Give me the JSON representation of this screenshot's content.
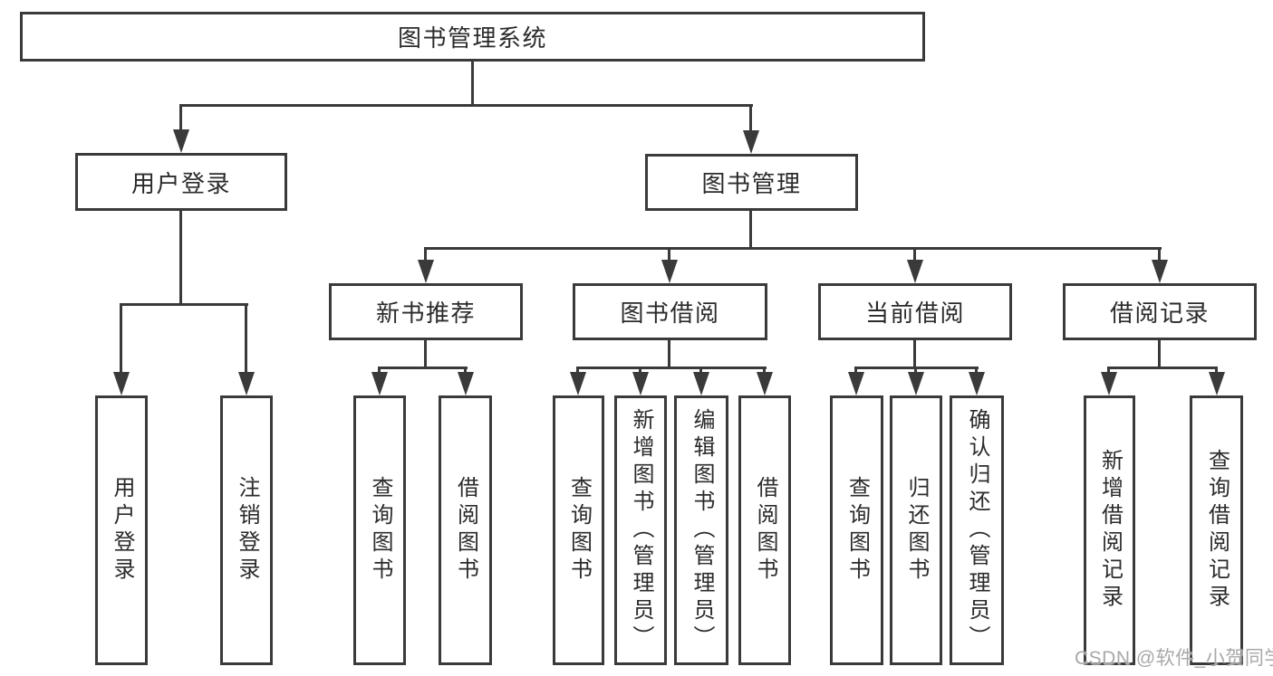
{
  "page": {
    "watermark": "CSDN @软件_小贺同学",
    "colors": {
      "background": "#ffffff",
      "line": "#3a3a3a",
      "text": "#2b2b2b",
      "watermark_text": "#a8a8a8"
    }
  },
  "tree": {
    "root": {
      "label": "图书管理系统",
      "children": [
        {
          "label": "用户登录",
          "children": [
            {
              "label": "用户登录"
            },
            {
              "label": "注销登录"
            }
          ]
        },
        {
          "label": "图书管理",
          "children": [
            {
              "label": "新书推荐",
              "children": [
                {
                  "label": "查询图书"
                },
                {
                  "label": "借阅图书"
                }
              ]
            },
            {
              "label": "图书借阅",
              "children": [
                {
                  "label": "查询图书"
                },
                {
                  "label": "新增图书（管理员）"
                },
                {
                  "label": "编辑图书（管理员）"
                },
                {
                  "label": "借阅图书"
                }
              ]
            },
            {
              "label": "当前借阅",
              "children": [
                {
                  "label": "查询图书"
                },
                {
                  "label": "归还图书"
                },
                {
                  "label": "确认归还（管理员）"
                }
              ]
            },
            {
              "label": "借阅记录",
              "children": [
                {
                  "label": "新增借阅记录"
                },
                {
                  "label": "查询借阅记录"
                }
              ]
            }
          ]
        }
      ]
    }
  }
}
